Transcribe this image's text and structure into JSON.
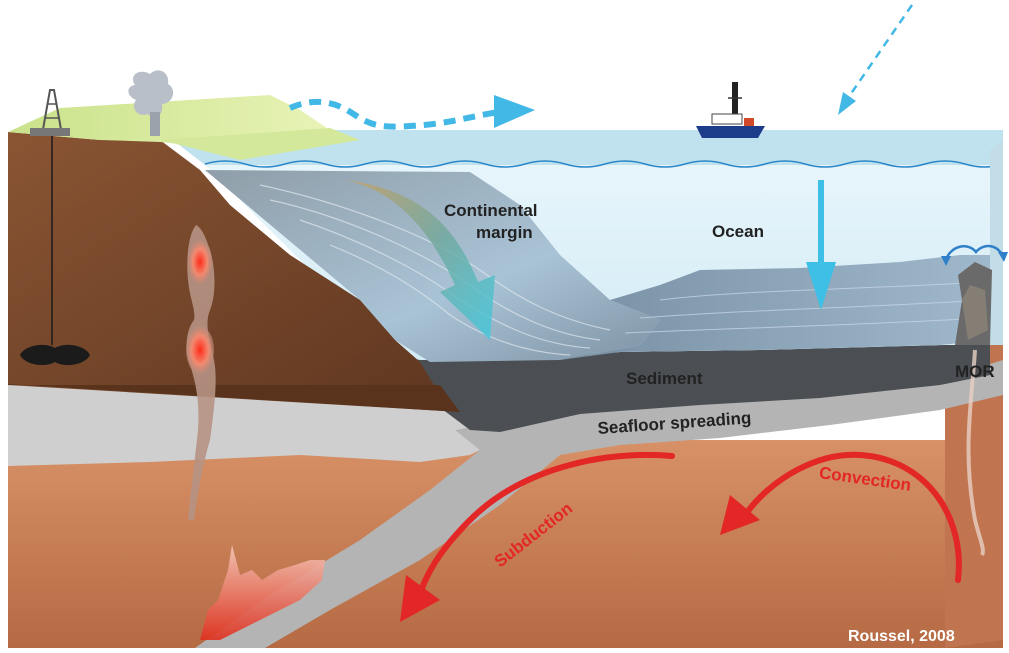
{
  "labels": {
    "continental_margin_line1": "Continental",
    "continental_margin_line2": "margin",
    "ocean": "Ocean",
    "sediment": "Sediment",
    "mor": "MOR",
    "seafloor_spreading": "Seafloor spreading",
    "subduction": "Subduction",
    "convection": "Convection"
  },
  "credit": "Roussel, 2008",
  "colors": {
    "ocean": "#d9eef7",
    "sea_surface": "#b7dcea",
    "land": "#7b4a2e",
    "lithosphere": "#b9b9b9",
    "mantle": "#c8845e",
    "sediment": "#4e5154",
    "arrow_red": "#e32626",
    "arrow_blue": "#33bde6",
    "green_land": "#dfeea8"
  },
  "icons": [
    "drilling-rig-icon",
    "volcano-plume-icon",
    "drill-ship-icon",
    "hydrothermal-vent-icon"
  ]
}
